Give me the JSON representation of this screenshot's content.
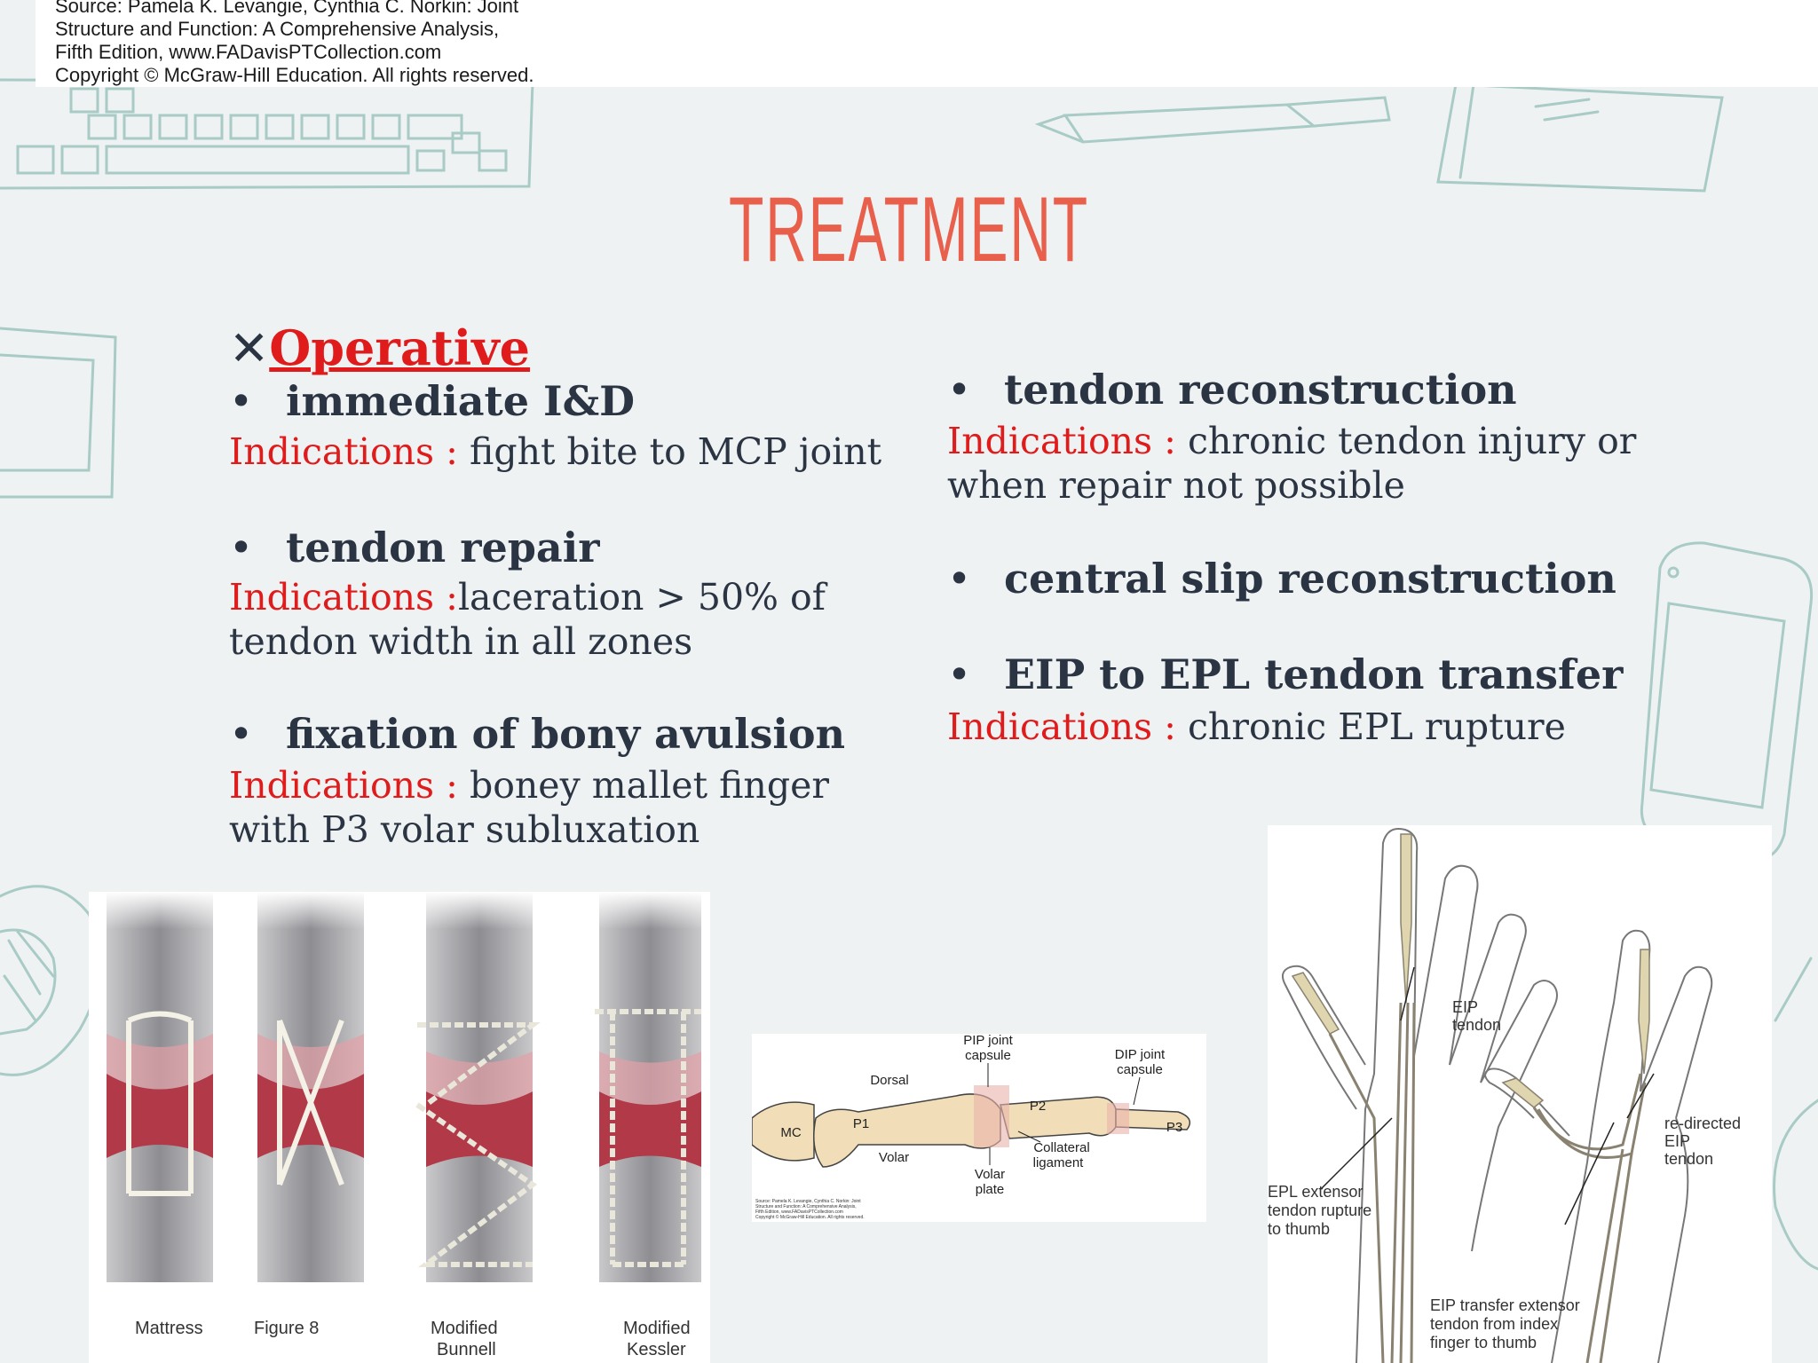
{
  "source_box": {
    "lines": [
      "Source: Pamela K. Levangie, Cynthia C. Norkin: Joint",
      "Structure and Function: A Comprehensive Analysis,",
      "Fifth Edition, www.FADavisPTCollection.com",
      "Copyright © McGraw-Hill Education. All rights reserved."
    ]
  },
  "title": "TREATMENT",
  "left_column": {
    "heading_marker": "✕",
    "heading": "Operative",
    "items": [
      {
        "bullet": "•",
        "title": "immediate I&D",
        "label": "Indications :",
        "text": " fight bite to MCP joint"
      },
      {
        "bullet": "•",
        "title": "tendon repair",
        "label": "Indications :",
        "text": "laceration > 50% of tendon width in all zones"
      },
      {
        "bullet": "•",
        "title": "fixation of bony avulsion",
        "label": "Indications :",
        "text": " boney mallet finger with P3 volar subluxation"
      }
    ]
  },
  "right_column": {
    "items": [
      {
        "bullet": "•",
        "title": "tendon reconstruction",
        "label": "Indications :",
        "text": " chronic tendon injury or when repair not possible"
      },
      {
        "bullet": "•",
        "title": "central slip reconstruction"
      },
      {
        "bullet": "•",
        "title": "EIP to EPL tendon transfer",
        "label": "Indications :",
        "text": " chronic EPL rupture"
      }
    ]
  },
  "figure_sutures": {
    "captions": [
      [
        "Mattress"
      ],
      [
        "Figure 8"
      ],
      [
        "Modified",
        "Bunnell"
      ],
      [
        "Modified",
        "Kessler"
      ]
    ]
  },
  "figure_finger": {
    "labels": {
      "pip": [
        "PIP joint",
        "capsule"
      ],
      "dip": [
        "DIP joint",
        "capsule"
      ],
      "dorsal": "Dorsal",
      "volar": "Volar",
      "mc": "MC",
      "p1": "P1",
      "p2": "P2",
      "p3": "P3",
      "collateral": [
        "Collateral",
        "ligament"
      ],
      "volar_plate": [
        "Volar",
        "plate"
      ]
    },
    "source": [
      "Source: Pamela K. Levangie, Cynthia C. Norkin: Joint",
      "Structure and Function: A Comprehensive Analysis,",
      "Fifth Edition, www.FADavisPTCollection.com",
      "Copyright © McGraw-Hill Education. All rights reserved."
    ]
  },
  "figure_hand": {
    "labels": {
      "eip": [
        "EIP",
        "tendon"
      ],
      "redirected": [
        "re-directed",
        "EIP",
        "tendon"
      ],
      "epl": [
        "EPL extensor",
        "tendon rupture",
        "to thumb"
      ],
      "transfer": [
        "EIP transfer extensor",
        "tendon from index",
        "finger to thumb"
      ]
    }
  },
  "colors": {
    "background": "#eff2f3",
    "title": "#e8604c",
    "accent_red": "#e01b1b",
    "body_text": "#2b3442",
    "doodle": "#a8c9c4"
  }
}
